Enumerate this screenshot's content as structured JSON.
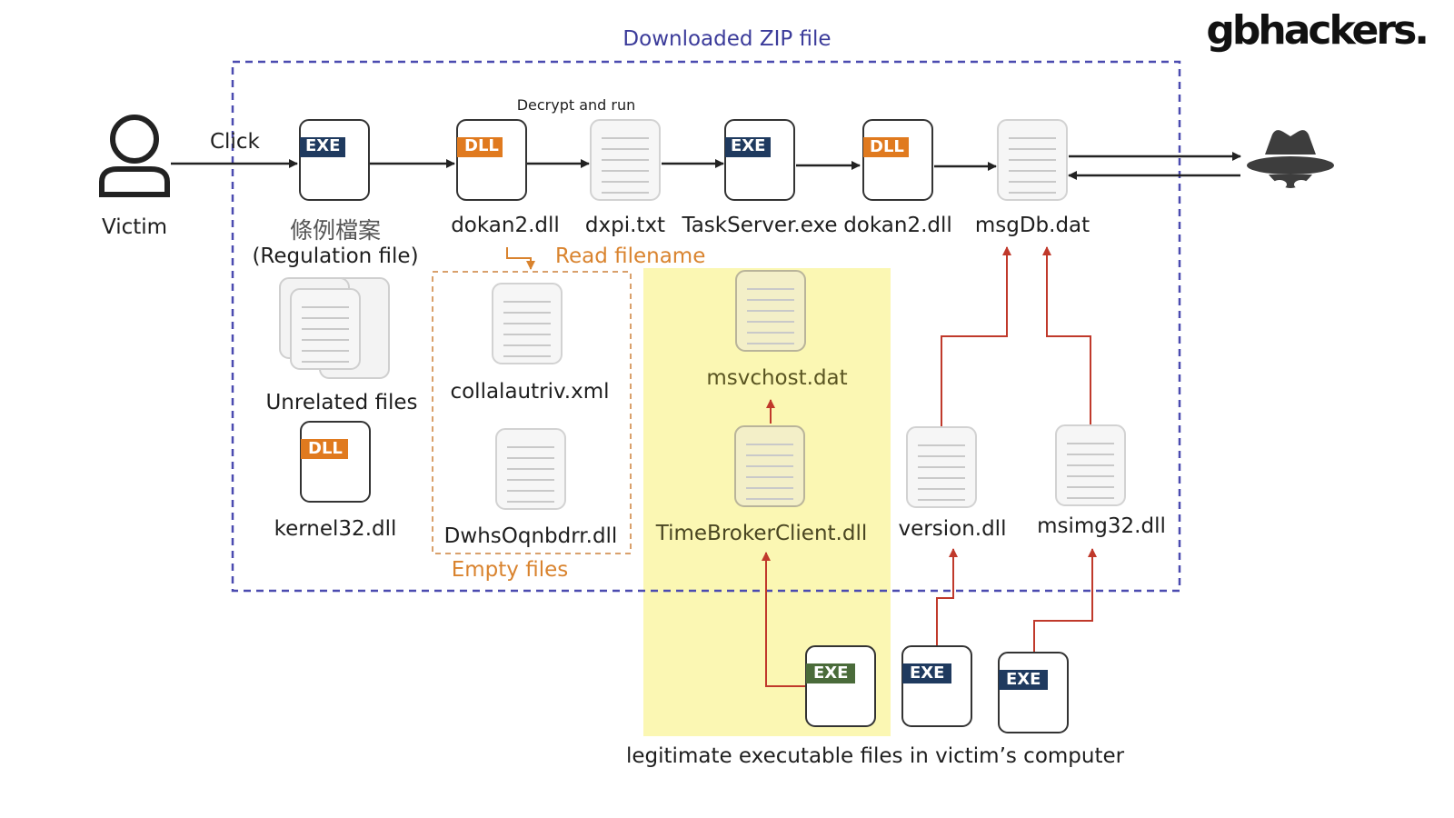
{
  "title": "Downloaded ZIP file",
  "brand": "gbhackers.",
  "labels": {
    "click": "Click",
    "decrypt": "Decrypt and run",
    "read_filename": "Read filename",
    "empty_files": "Empty files",
    "footer": "legitimate  executable files in victim’s computer"
  },
  "victim": {
    "label": "Victim"
  },
  "files": {
    "regulation": {
      "name": "條例檔案",
      "sub": "(Regulation file)",
      "badge": "EXE"
    },
    "dokan2_a": {
      "name": "dokan2.dll",
      "badge": "DLL"
    },
    "dxpi": {
      "name": "dxpi.txt"
    },
    "taskserver": {
      "name": "TaskServer.exe",
      "badge": "EXE"
    },
    "dokan2_b": {
      "name": "dokan2.dll",
      "badge": "DLL"
    },
    "msgdb": {
      "name": "msgDb.dat"
    },
    "unrelated": {
      "name": "Unrelated files"
    },
    "kernel32": {
      "name": "kernel32.dll",
      "badge": "DLL"
    },
    "collal": {
      "name": "collalautriv.xml"
    },
    "dwhs": {
      "name": "DwhsOqnbdrr.dll"
    },
    "msvchost": {
      "name": "msvchost.dat"
    },
    "timebroker": {
      "name": "TimeBrokerClient.dll"
    },
    "version": {
      "name": "version.dll"
    },
    "msimg32": {
      "name": "msimg32.dll"
    },
    "exe_legit_1": {
      "badge": "EXE"
    },
    "exe_legit_2": {
      "badge": "EXE"
    },
    "exe_legit_3": {
      "badge": "EXE"
    }
  },
  "colors": {
    "navy_badge": "#1f3a5f",
    "green_badge": "#4a6b3a",
    "orange_badge": "#e07a1f",
    "zip_border": "#4b4bb0",
    "highlight": "#fbf7b3",
    "red_arrow": "#c0392b",
    "empty_border": "#d9a06b"
  }
}
